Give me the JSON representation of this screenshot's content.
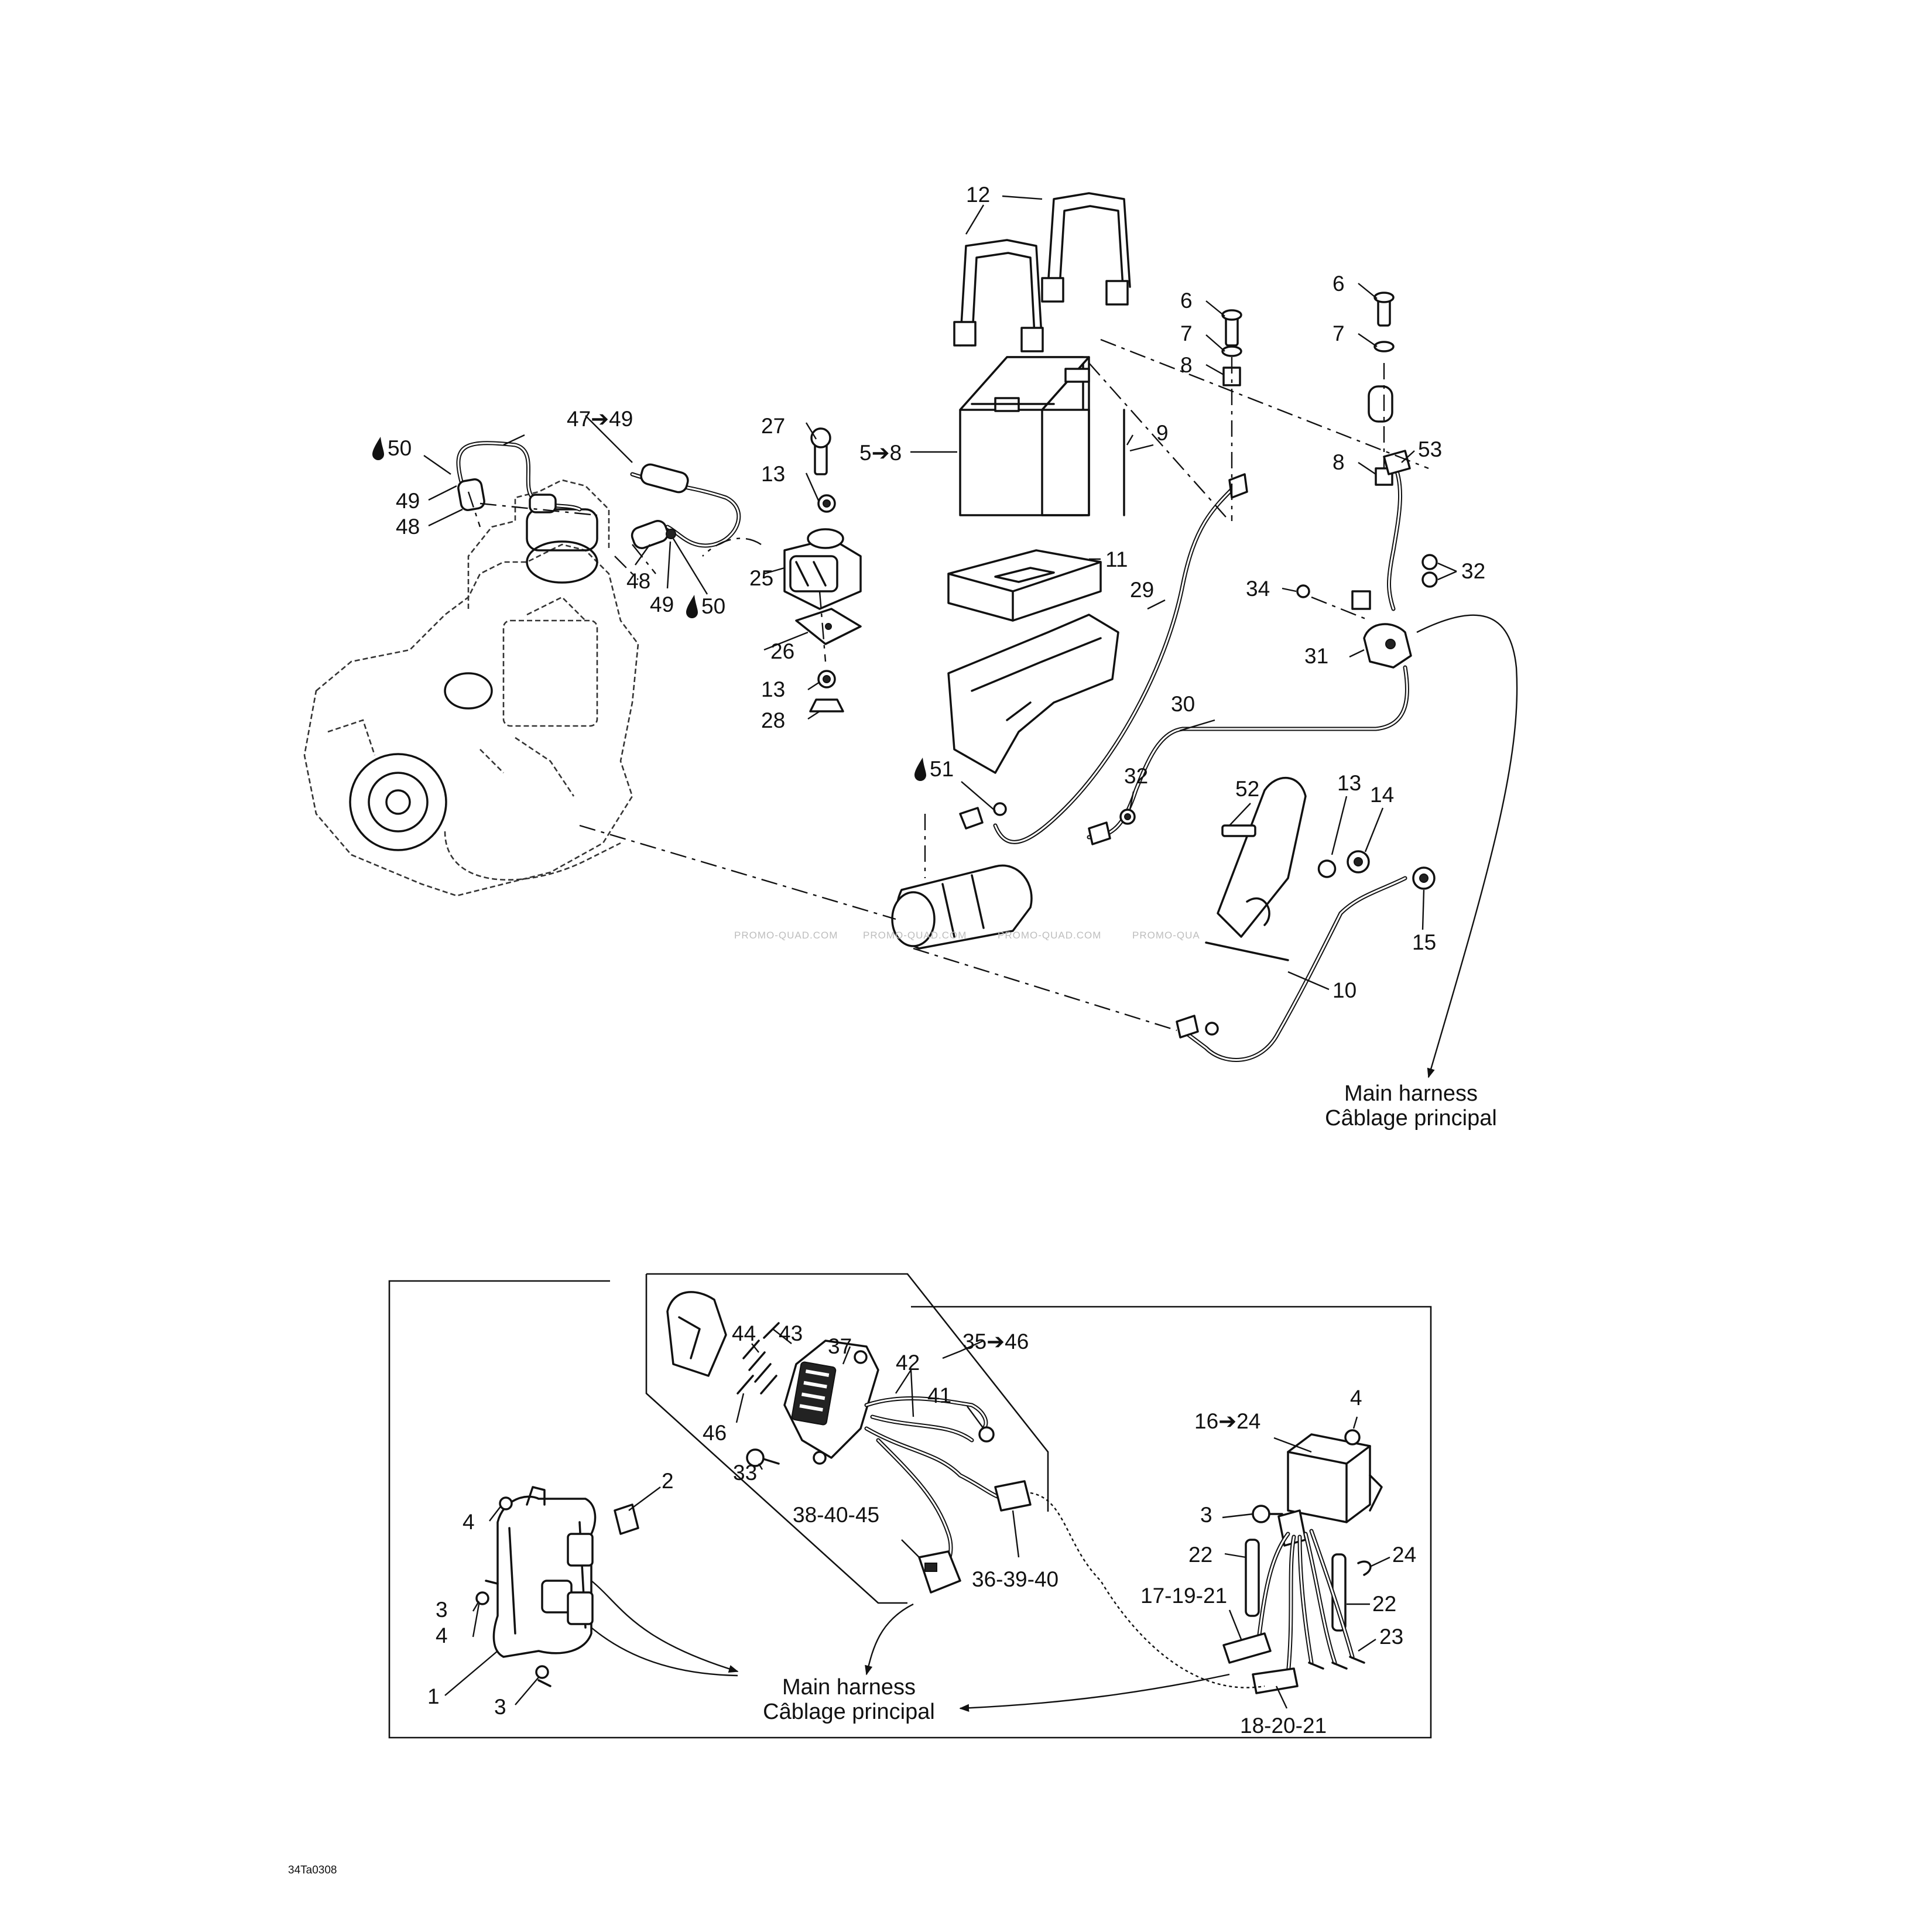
{
  "drawing_code": "34Ta0308",
  "watermarks": [
    "PROMO-QUAD.COM",
    "PROMO-QUAD.COM",
    "PROMO-QUAD.COM",
    "PROMO-QUA"
  ],
  "destinations": {
    "upper": {
      "en": "Main harness",
      "fr": "Câblage principal"
    },
    "lower": {
      "en": "Main harness",
      "fr": "Câblage principal"
    }
  },
  "callouts": {
    "c12": "12",
    "c6a": "6",
    "c7a": "7",
    "c8a": "8",
    "c9": "9",
    "c6b": "6",
    "c7b": "7",
    "c8b": "8",
    "c53": "53",
    "c5_8": "5➔8",
    "c27": "27",
    "c13a": "13",
    "c25": "25",
    "c26": "26",
    "c13b": "13",
    "c28": "28",
    "c47_49": "47➔49",
    "c50a": "50",
    "c49a": "49",
    "c48a": "48",
    "c48b": "48",
    "c49b": "49",
    "c50b": "50",
    "c11": "11",
    "c29": "29",
    "c34": "34",
    "c32a": "32",
    "c31": "31",
    "c30": "30",
    "c51": "51",
    "c32b": "32",
    "c52": "52",
    "c13c": "13",
    "c14": "14",
    "c15": "15",
    "c10": "10",
    "c35_46": "35➔46",
    "c44": "44",
    "c43": "43",
    "c37": "37",
    "c42": "42",
    "c41": "41",
    "c46": "46",
    "c33": "33",
    "c38_40_45": "38-40-45",
    "c36_39_40": "36-39-40",
    "c2": "2",
    "c4a": "4",
    "c3a": "3",
    "c4b": "4",
    "c1": "1",
    "c3b": "3",
    "c16_24": "16➔24",
    "c4c": "4",
    "c3c": "3",
    "c22a": "22",
    "c24": "24",
    "c22b": "22",
    "c17_19_21": "17-19-21",
    "c23": "23",
    "c18_20_21": "18-20-21"
  }
}
